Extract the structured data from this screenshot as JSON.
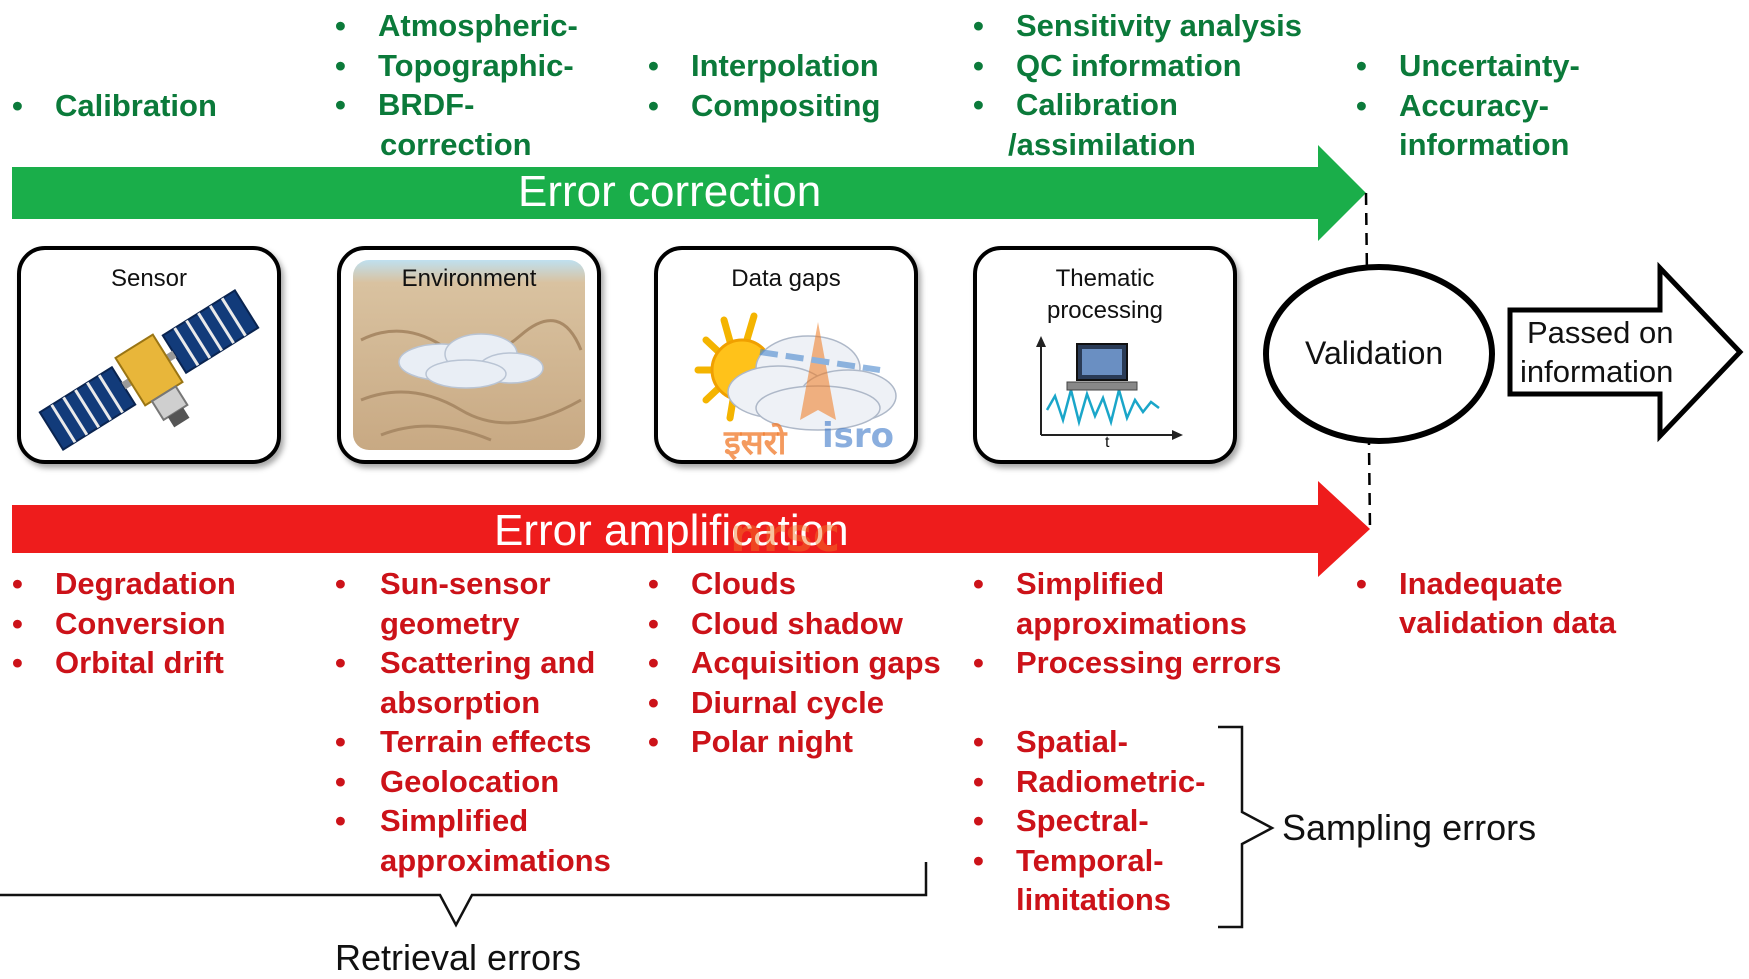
{
  "top_lists": {
    "calibration": [
      "Calibration"
    ],
    "atmospheric": [
      "Atmospheric-",
      "Topographic-",
      "BRDF-"
    ],
    "atmospheric_cont": "correction",
    "interpolation": [
      "Interpolation",
      "Compositing"
    ],
    "sensitivity": [
      "Sensitivity analysis",
      "QC information",
      "Calibration"
    ],
    "sensitivity_cont": "/assimilation",
    "uncertainty": [
      "Uncertainty-",
      "Accuracy-"
    ],
    "uncertainty_cont": "information"
  },
  "arrows": {
    "correction_label": "Error correction",
    "amplification_label": "Error amplification"
  },
  "boxes": {
    "sensor": "Sensor",
    "environment": "Environment",
    "data_gaps": "Data gaps",
    "thematic_line1": "Thematic",
    "thematic_line2": "processing",
    "axis_t": "t"
  },
  "validation": "Validation",
  "passed_on": {
    "line1": "Passed on",
    "line2": "information"
  },
  "bottom_lists": {
    "degradation": [
      "Degradation",
      "Conversion",
      "Orbital drift"
    ],
    "sun_sensor": [
      {
        "text": "Sun-sensor",
        "bullet": true
      },
      {
        "text": "geometry",
        "bullet": false
      },
      {
        "text": "Scattering and",
        "bullet": true
      },
      {
        "text": "absorption",
        "bullet": false
      },
      {
        "text": "Terrain effects",
        "bullet": true
      },
      {
        "text": "Geolocation",
        "bullet": true
      },
      {
        "text": "Simplified",
        "bullet": true
      },
      {
        "text": "approximations",
        "bullet": false
      }
    ],
    "clouds": [
      "Clouds",
      "Cloud shadow",
      "Acquisition gaps",
      "Diurnal cycle",
      "Polar night"
    ],
    "simplified": [
      {
        "text": "Simplified",
        "bullet": true
      },
      {
        "text": "approximations",
        "bullet": false
      },
      {
        "text": "Processing errors",
        "bullet": true
      }
    ],
    "spatial": [
      {
        "text": "Spatial-",
        "bullet": true
      },
      {
        "text": "Radiometric-",
        "bullet": true
      },
      {
        "text": "Spectral-",
        "bullet": true
      },
      {
        "text": "Temporal-",
        "bullet": true
      },
      {
        "text": "limitations",
        "bullet": false
      }
    ],
    "inadequate": [
      "Inadequate",
      "validation data"
    ]
  },
  "sampling_errors": "Sampling errors",
  "retrieval_errors": "Retrieval errors",
  "watermark": {
    "hindi": "इसरो",
    "isro": "isro",
    "nrsc": "nrsc"
  },
  "colors": {
    "green_arrow": "#1aae4a",
    "red_arrow": "#ee1c1c",
    "green_text": "#0b7a3a",
    "red_text": "#cc1219"
  }
}
